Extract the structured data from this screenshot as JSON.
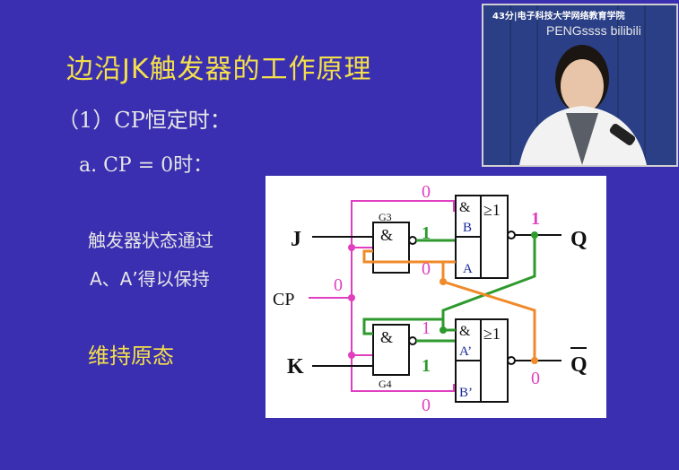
{
  "slide": {
    "title": "边沿JK触发器的工作原理",
    "section": "（1）CP恒定时：",
    "case": "a. CP = 0时：",
    "description_line1": "触发器状态通过",
    "description_line2": "A、A’得以保持",
    "conclusion": "维持原态"
  },
  "circuit": {
    "inputs": {
      "j": "J",
      "cp": "CP",
      "k": "K"
    },
    "outputs": {
      "q": "Q",
      "qbar": "Q"
    },
    "gates": {
      "g3_label": "G3",
      "g4_label": "G4",
      "and_symbol": "&",
      "or_symbol": "≥1"
    },
    "and_or_inputs": {
      "b": "B",
      "a": "A",
      "a_prime": "A’",
      "b_prime": "B’"
    },
    "logic_values": {
      "top_feedback": "0",
      "g3_out": "1",
      "a_input": "0",
      "q_value": "1",
      "cp_value": "0",
      "g4_a_prime": "1",
      "g4_out": "1",
      "qbar_value": "0",
      "bottom_feedback": "0"
    },
    "colors": {
      "cp_wire": "#e040c0",
      "q_wire": "#2e9a2e",
      "qbar_wire": "#f08a2a",
      "text_value_pink": "#e040c0",
      "text_value_green": "#2e9a2e"
    }
  },
  "video": {
    "overlay_text": "43分|电子科技大学网络教育学院",
    "watermark": "PENGssss bilibili"
  },
  "colors": {
    "background": "#3a2fb0",
    "title": "#f4e04a",
    "text": "#e6e6e6"
  }
}
